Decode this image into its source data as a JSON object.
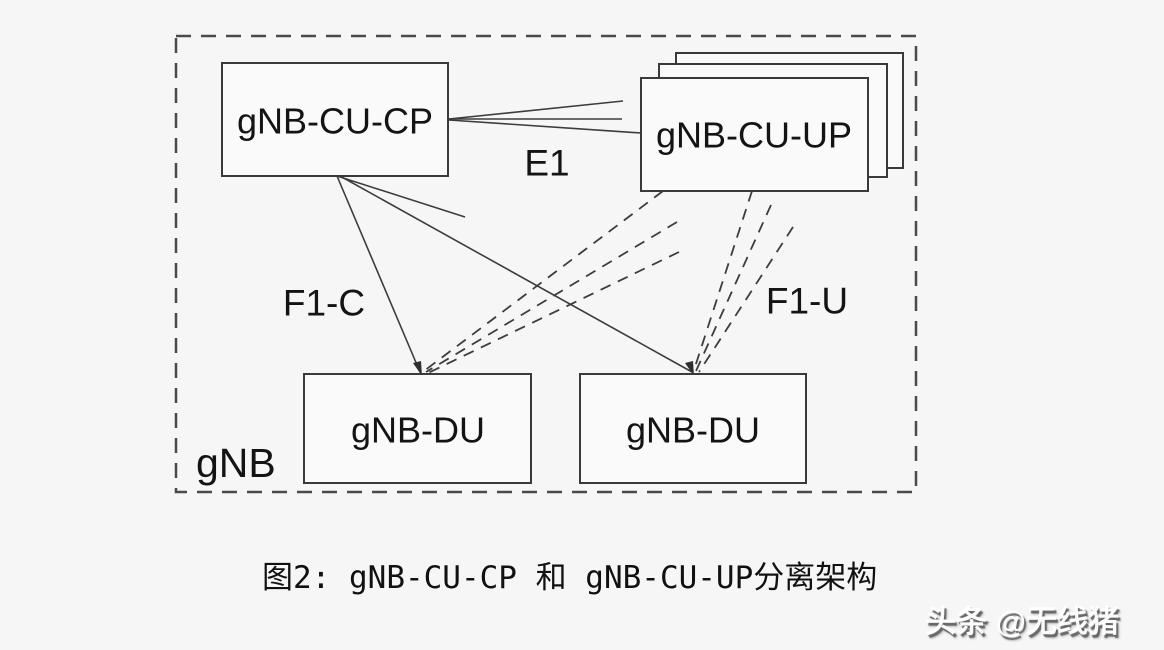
{
  "colors": {
    "background": "#f6f6f7",
    "line": "#3d3d3d",
    "box_border": "#3a3a3a",
    "text": "#141414",
    "watermark_fill": "#ffffff"
  },
  "diagram": {
    "boundary_label": "gNB",
    "nodes": {
      "cu_cp": {
        "label": "gNB-CU-CP"
      },
      "cu_up": {
        "label": "gNB-CU-UP",
        "stacked_instances": 3
      },
      "du_left": {
        "label": "gNB-DU"
      },
      "du_right": {
        "label": "gNB-DU"
      }
    },
    "interfaces": {
      "e1": {
        "label": "E1",
        "style": "solid",
        "from": "gNB-CU-CP",
        "to": "gNB-CU-UP"
      },
      "f1_c": {
        "label": "F1-C",
        "style": "solid",
        "from": "gNB-CU-CP",
        "to": "gNB-DU"
      },
      "f1_u": {
        "label": "F1-U",
        "style": "dashed",
        "from": "gNB-CU-UP",
        "to": "gNB-DU"
      }
    }
  },
  "caption": "图2: gNB-CU-CP 和 gNB-CU-UP分离架构",
  "watermark": "头条 @无线猪"
}
